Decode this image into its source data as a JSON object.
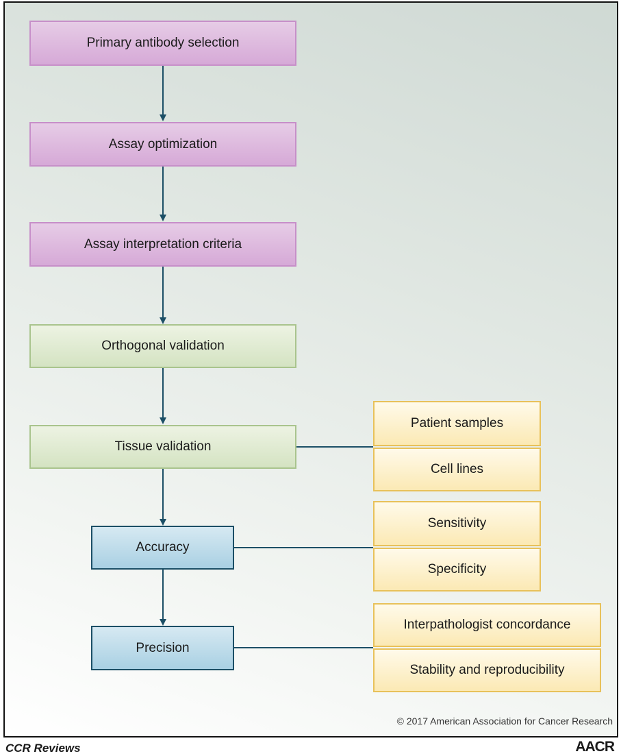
{
  "flow_steps": [
    {
      "label": "Primary antibody selection"
    },
    {
      "label": "Assay optimization"
    },
    {
      "label": "Assay interpretation criteria"
    },
    {
      "label": "Orthogonal validation"
    },
    {
      "label": "Tissue validation"
    },
    {
      "label": "Accuracy"
    },
    {
      "label": "Precision"
    }
  ],
  "tissue_validation_items": [
    "Patient samples",
    "Cell lines"
  ],
  "accuracy_items": [
    "Sensitivity",
    "Specificity"
  ],
  "precision_items": [
    "Interpathologist concordance",
    "Stability and reproducibility"
  ],
  "copyright": "© 2017 American Association for Cancer Research",
  "footer": {
    "journal": "CCR Reviews",
    "logo_text": "AACR"
  },
  "colors": {
    "arrow": "#1c4f66",
    "purple": "#d6a9d7",
    "green": "#d4e3c2",
    "blue": "#a9d0e3",
    "yellow": "#fbe9b4"
  }
}
